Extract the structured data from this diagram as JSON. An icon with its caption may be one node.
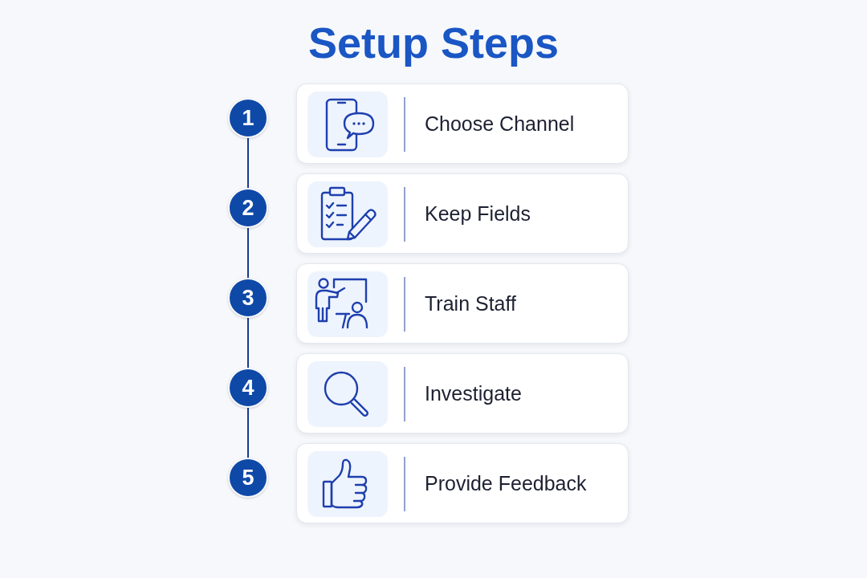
{
  "diagram": {
    "title": "Setup Steps",
    "nodes": [
      {
        "text": [
          "1"
        ]
      },
      {
        "text": [
          "Choose Channel"
        ]
      },
      {
        "text": [
          "2"
        ]
      },
      {
        "text": [
          "Keep Fields"
        ]
      },
      {
        "text": [
          "3"
        ]
      },
      {
        "text": [
          "Train Staff"
        ]
      },
      {
        "text": [
          "4"
        ]
      },
      {
        "text": [
          "Investigate"
        ]
      },
      {
        "text": [
          "5"
        ]
      },
      {
        "text": [
          "Provide Feedback"
        ]
      }
    ],
    "edges": [
      {
        "from": 0,
        "to": 2,
        "arrow": "none"
      },
      {
        "from": 2,
        "to": 4,
        "arrow": "none"
      },
      {
        "from": 4,
        "to": 6,
        "arrow": "none"
      },
      {
        "from": 6,
        "to": 8,
        "arrow": "none"
      }
    ]
  }
}
